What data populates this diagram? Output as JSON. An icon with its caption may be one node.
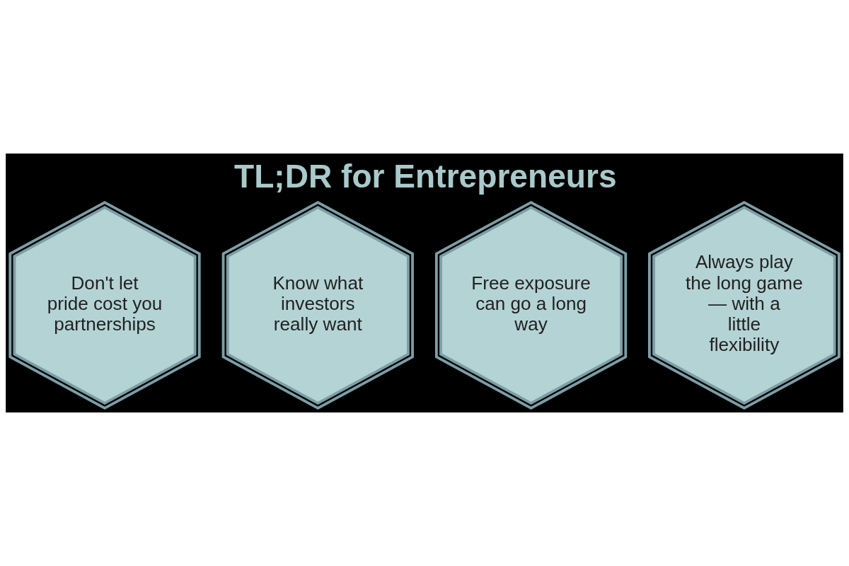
{
  "diagram": {
    "title": "TL;DR for Entrepreneurs",
    "nodes": [
      {
        "text": [
          "Don't let pride cost you partnerships"
        ]
      },
      {
        "text": [
          "Know what investors really want"
        ]
      },
      {
        "text": [
          "Free exposure can go a long way"
        ]
      },
      {
        "text": [
          "Always play the long game — with a little flexibility"
        ]
      }
    ]
  }
}
